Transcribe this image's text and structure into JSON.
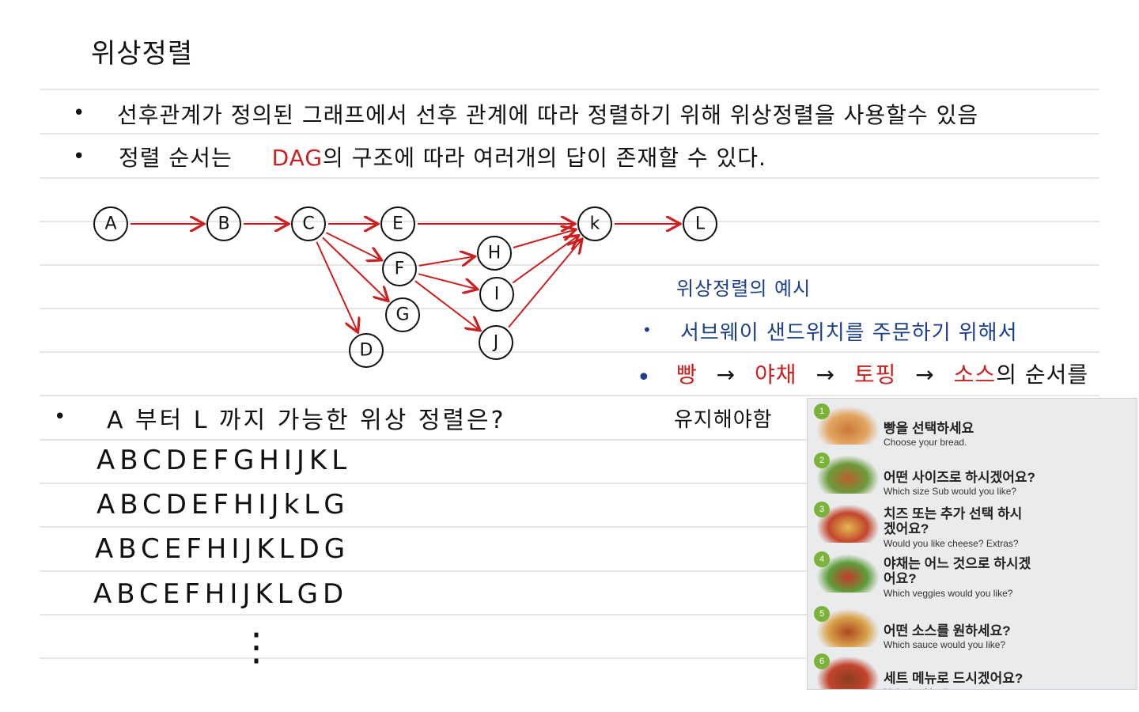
{
  "title": "위상정렬",
  "bullets": [
    "선후관계가 정의된 그래프에서 선후 관계에 따라 정렬하기 위해 위상정렬을 사용할수 있음",
    {
      "before": "정렬 순서는",
      "highlight": "DAG",
      "after": "의 구조에 따라 여러개의 답이 존재할 수 있다."
    }
  ],
  "graph": {
    "nodes": [
      "A",
      "B",
      "C",
      "E",
      "F",
      "G",
      "D",
      "H",
      "I",
      "J",
      "k",
      "L"
    ],
    "edges": [
      [
        "A",
        "B"
      ],
      [
        "B",
        "C"
      ],
      [
        "C",
        "E"
      ],
      [
        "C",
        "F"
      ],
      [
        "C",
        "G"
      ],
      [
        "C",
        "D"
      ],
      [
        "E",
        "k"
      ],
      [
        "F",
        "H"
      ],
      [
        "F",
        "I"
      ],
      [
        "F",
        "J"
      ],
      [
        "H",
        "k"
      ],
      [
        "I",
        "k"
      ],
      [
        "J",
        "k"
      ],
      [
        "k",
        "L"
      ]
    ],
    "edge_color": "#cc1f1f"
  },
  "example": {
    "heading": "위상정렬의 예시",
    "line1": "서브웨이 샌드위치를 주문하기 위해서",
    "line2_parts": [
      "빵",
      "→",
      "야채",
      "→",
      "토핑",
      "→",
      "소스",
      "의 순서를"
    ],
    "line3": "유지해야함"
  },
  "question": "A 부터 L 까지 가능한 위상 정렬은?",
  "orders": [
    "ABCDEFGHIJKL",
    "ABCDEFHIJkLG",
    "ABCEFHIJKLDG",
    "ABCEFHIJKLGD"
  ],
  "ellipsis": "⋮",
  "menu": [
    {
      "num": "1",
      "ko": "빵을 선택하세요",
      "en": "Choose your bread."
    },
    {
      "num": "2",
      "ko": "어떤 사이즈로 하시겠어요?",
      "en": "Which size Sub would you like?"
    },
    {
      "num": "3",
      "ko": "치즈 또는 추가 선택 하시겠어요?",
      "en": "Would you like cheese? Extras?"
    },
    {
      "num": "4",
      "ko": "야채는 어느 것으로 하시겠어요?",
      "en": "Which veggies would you like?"
    },
    {
      "num": "5",
      "ko": "어떤 소스를 원하세요?",
      "en": "Which sauce would you like?"
    },
    {
      "num": "6",
      "ko": "세트 메뉴로 드시겠어요?",
      "en": "Make it a Meal!"
    }
  ]
}
